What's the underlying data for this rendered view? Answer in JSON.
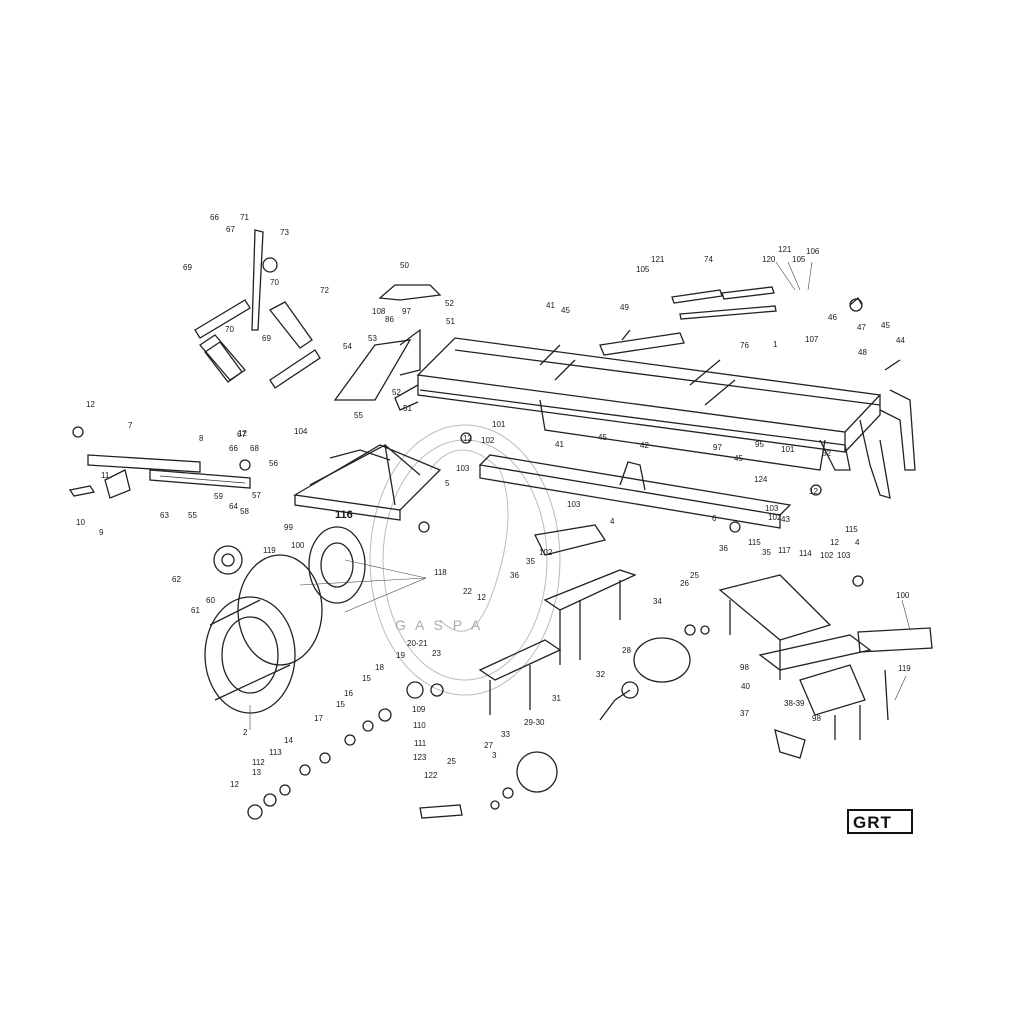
{
  "brand_mark": "GRT",
  "watermark_text": "G A  S  P A",
  "part_numbers": [
    "66",
    "71",
    "73",
    "67",
    "69",
    "70",
    "72",
    "70",
    "69",
    "50",
    "108",
    "86",
    "97",
    "52",
    "51",
    "54",
    "53",
    "52",
    "55",
    "51",
    "41",
    "45",
    "49",
    "121",
    "105",
    "74",
    "120",
    "121",
    "105",
    "106",
    "76",
    "1",
    "107",
    "46",
    "47",
    "48",
    "45",
    "44",
    "12",
    "7",
    "8",
    "11",
    "10",
    "9",
    "12",
    "67",
    "66",
    "68",
    "104",
    "56",
    "59",
    "57",
    "64",
    "58",
    "99",
    "100",
    "63",
    "55",
    "62",
    "60",
    "61",
    "101",
    "12",
    "102",
    "103",
    "5",
    "41",
    "45",
    "42",
    "97",
    "95",
    "45",
    "124",
    "101",
    "52",
    "12",
    "6",
    "102",
    "103",
    "43",
    "115",
    "117",
    "116",
    "118",
    "119",
    "2",
    "4",
    "103",
    "102",
    "35",
    "36",
    "12",
    "22",
    "20-21",
    "19",
    "18",
    "15",
    "16",
    "17",
    "15",
    "14",
    "113",
    "112",
    "13",
    "12",
    "23",
    "109",
    "110",
    "111",
    "123",
    "122",
    "25",
    "27",
    "33",
    "29-30",
    "31",
    "32",
    "28",
    "34",
    "26",
    "25",
    "3",
    "36",
    "115",
    "35",
    "114",
    "102",
    "12",
    "103",
    "4",
    "100",
    "98",
    "40",
    "38-39",
    "98",
    "37",
    "119"
  ],
  "colors": {
    "ink": "#222222",
    "paper": "#ffffff",
    "watermark": "#bbbbbb"
  }
}
